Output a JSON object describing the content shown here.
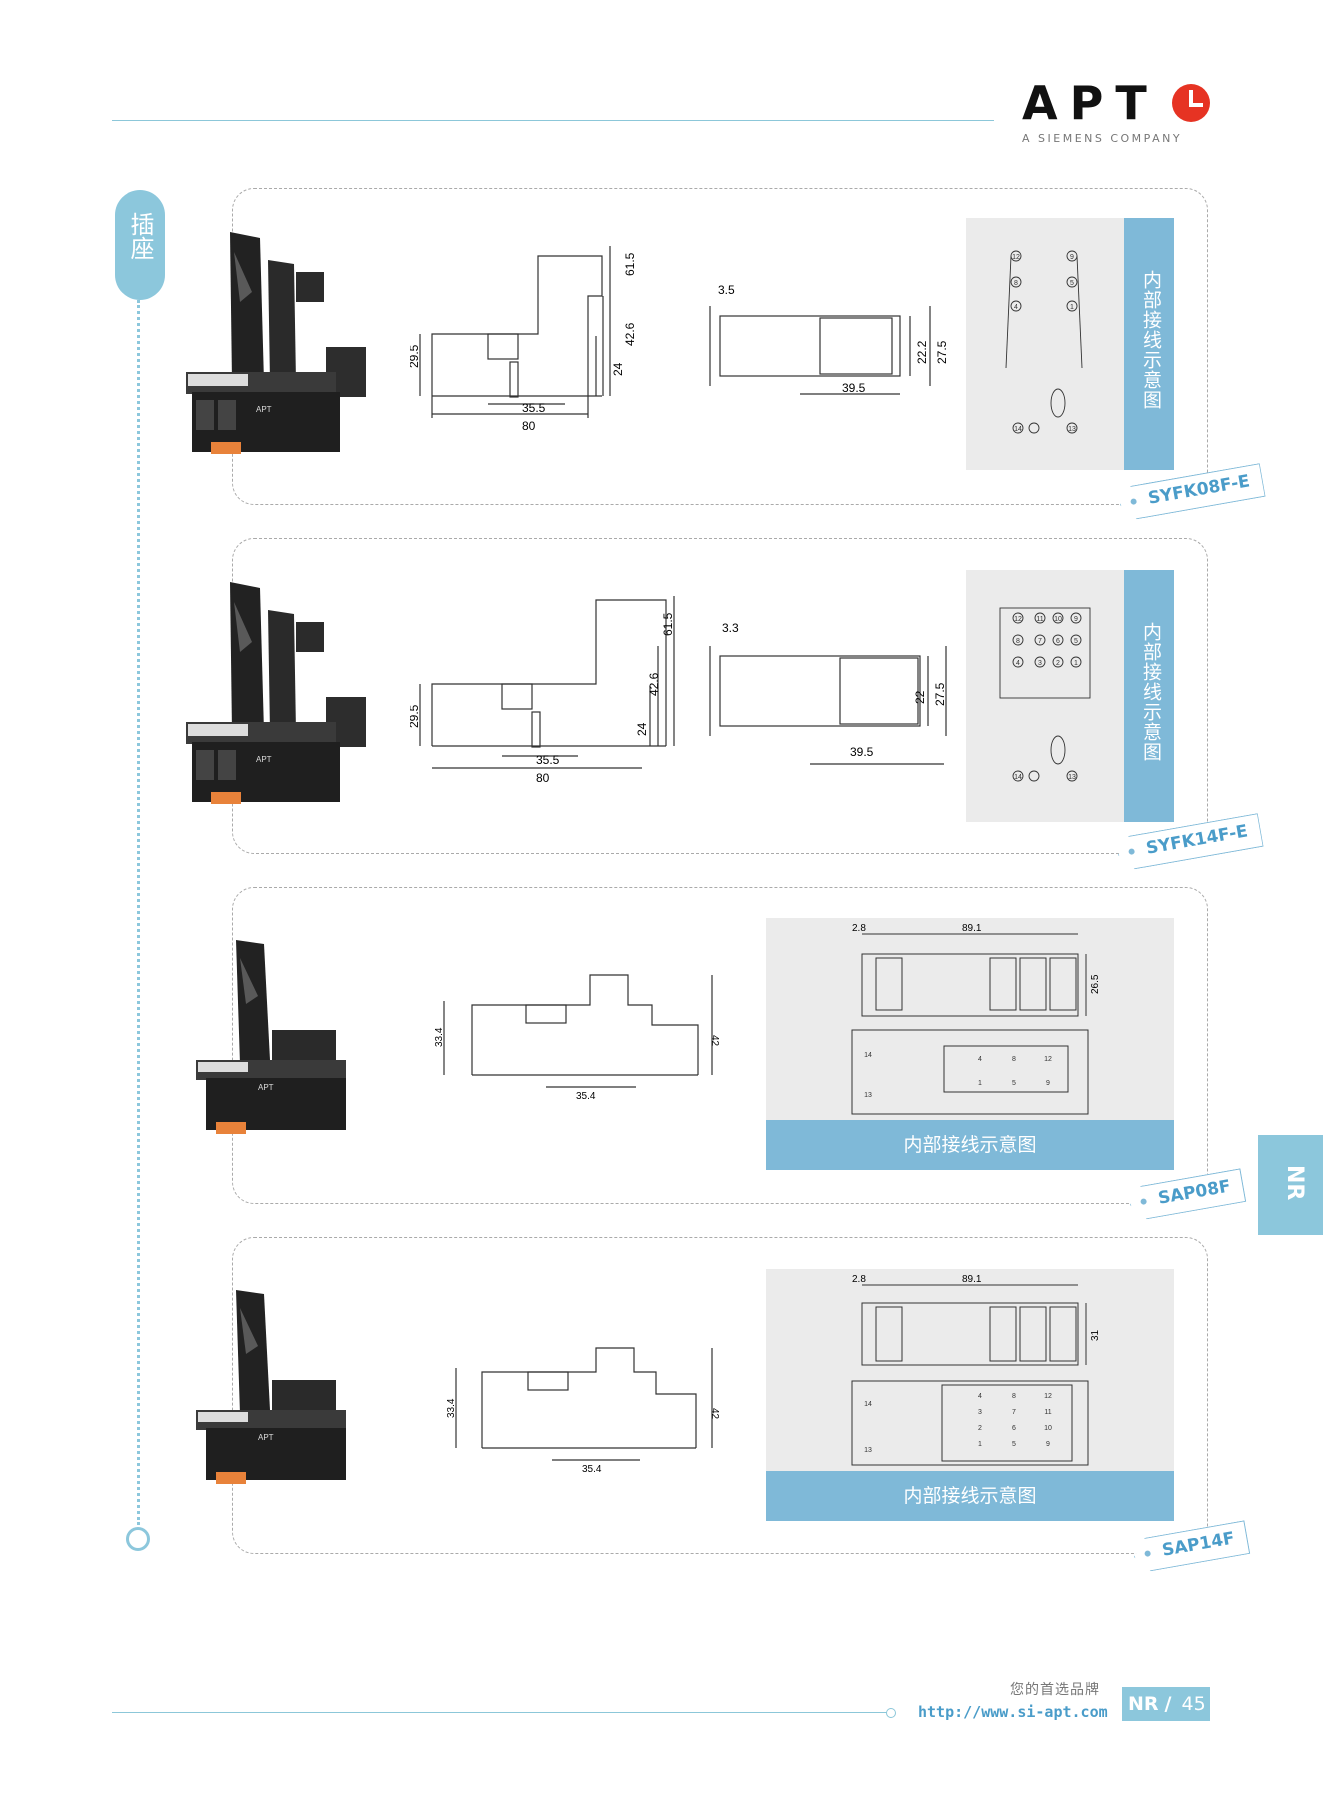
{
  "header": {
    "logo_text": "APT",
    "logo_subtitle": "A SIEMENS COMPANY"
  },
  "side": {
    "category_tab": "插座",
    "section_tab": "NR"
  },
  "sections": [
    {
      "model": "SYFK08F-E",
      "dims_side": {
        "h1": "61.5",
        "h2": "42.6",
        "h3": "29.5",
        "h4": "24",
        "w1": "35.5",
        "w2": "80"
      },
      "dims_top": {
        "t1": "3.5",
        "t2": "22.2",
        "t3": "27.5",
        "w": "39.5"
      },
      "wiring_label": "内部接线示意图",
      "wiring_pins": [
        "12",
        "9",
        "8",
        "5",
        "4",
        "1",
        "14",
        "13"
      ]
    },
    {
      "model": "SYFK14F-E",
      "dims_side": {
        "h1": "61.5",
        "h2": "42.6",
        "h3": "29.5",
        "h4": "24",
        "w1": "35.5",
        "w2": "80"
      },
      "dims_top": {
        "t1": "3.3",
        "t2": "22",
        "t3": "27.5",
        "w": "39.5"
      },
      "wiring_label": "内部接线示意图",
      "wiring_pins": [
        "12",
        "11",
        "10",
        "9",
        "8",
        "7",
        "6",
        "5",
        "4",
        "3",
        "2",
        "1",
        "14",
        "13"
      ]
    },
    {
      "model": "SAP08F",
      "dims_side": {
        "h1": "33.4",
        "h2": "42",
        "w1": "35.4"
      },
      "dims_top": {
        "t1": "2.8",
        "w": "89.1",
        "h": "26.5"
      },
      "wiring_label": "内部接线示意图",
      "wiring_pins": [
        "14",
        "13",
        "4",
        "8",
        "12",
        "1",
        "5",
        "9"
      ]
    },
    {
      "model": "SAP14F",
      "dims_side": {
        "h1": "33.4",
        "h2": "42",
        "w1": "35.4"
      },
      "dims_top": {
        "t1": "2.8",
        "w": "89.1",
        "h": "31"
      },
      "wiring_label": "内部接线示意图",
      "wiring_pins": [
        "14",
        "13",
        "4",
        "8",
        "12",
        "3",
        "7",
        "11",
        "2",
        "6",
        "10",
        "1",
        "5",
        "9"
      ]
    }
  ],
  "footer": {
    "slogan": "您的首选品牌",
    "url": "http://www.si-apt.com",
    "section": "NR",
    "slash": "/",
    "page": "45"
  },
  "colors": {
    "accent": "#8cc7dc",
    "panel_bar": "#7fb9d8",
    "logo_red": "#e63323",
    "panel_gray": "#ebebeb"
  }
}
